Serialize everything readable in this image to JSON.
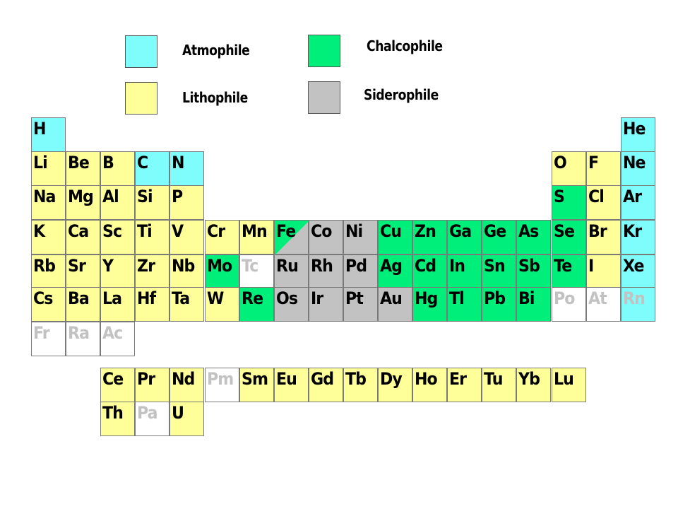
{
  "colors": {
    "atmophile": "#7ffcfc",
    "lithophile": "#ffff99",
    "chalcophile": "#00ee7a",
    "siderophile": "#c2c2c2",
    "none": "#ffffff",
    "symbol_dark": "#000000",
    "symbol_grey": "#c2c2c2"
  },
  "legend": [
    {
      "label": "Atmophile",
      "category": "atmophile"
    },
    {
      "label": "Chalcophile",
      "category": "chalcophile"
    },
    {
      "label": "Lithophile",
      "category": "lithophile"
    },
    {
      "label": "Siderophile",
      "category": "siderophile"
    }
  ],
  "elements": [
    {
      "symbol": "H",
      "row": 1,
      "col": 1,
      "category": "atmophile"
    },
    {
      "symbol": "He",
      "row": 1,
      "col": 18,
      "category": "atmophile"
    },
    {
      "symbol": "Li",
      "row": 2,
      "col": 1,
      "category": "lithophile"
    },
    {
      "symbol": "Be",
      "row": 2,
      "col": 2,
      "category": "lithophile"
    },
    {
      "symbol": "B",
      "row": 2,
      "col": 3,
      "category": "lithophile"
    },
    {
      "symbol": "C",
      "row": 2,
      "col": 4,
      "category": "atmophile"
    },
    {
      "symbol": "N",
      "row": 2,
      "col": 5,
      "category": "atmophile"
    },
    {
      "symbol": "O",
      "row": 2,
      "col": 16,
      "category": "lithophile"
    },
    {
      "symbol": "F",
      "row": 2,
      "col": 17,
      "category": "lithophile"
    },
    {
      "symbol": "Ne",
      "row": 2,
      "col": 18,
      "category": "atmophile"
    },
    {
      "symbol": "Na",
      "row": 3,
      "col": 1,
      "category": "lithophile"
    },
    {
      "symbol": "Mg",
      "row": 3,
      "col": 2,
      "category": "lithophile"
    },
    {
      "symbol": "Al",
      "row": 3,
      "col": 3,
      "category": "lithophile"
    },
    {
      "symbol": "Si",
      "row": 3,
      "col": 4,
      "category": "lithophile"
    },
    {
      "symbol": "P",
      "row": 3,
      "col": 5,
      "category": "lithophile"
    },
    {
      "symbol": "S",
      "row": 3,
      "col": 16,
      "category": "chalcophile"
    },
    {
      "symbol": "Cl",
      "row": 3,
      "col": 17,
      "category": "lithophile"
    },
    {
      "symbol": "Ar",
      "row": 3,
      "col": 18,
      "category": "atmophile"
    },
    {
      "symbol": "K",
      "row": 4,
      "col": 1,
      "category": "lithophile"
    },
    {
      "symbol": "Ca",
      "row": 4,
      "col": 2,
      "category": "lithophile"
    },
    {
      "symbol": "Sc",
      "row": 4,
      "col": 3,
      "category": "lithophile"
    },
    {
      "symbol": "Ti",
      "row": 4,
      "col": 4,
      "category": "lithophile"
    },
    {
      "symbol": "V",
      "row": 4,
      "col": 5,
      "category": "lithophile"
    },
    {
      "symbol": "Cr",
      "row": 4,
      "col": 6,
      "category": "lithophile"
    },
    {
      "symbol": "Mn",
      "row": 4,
      "col": 7,
      "category": "lithophile"
    },
    {
      "symbol": "Fe",
      "row": 4,
      "col": 8,
      "category": "siderophile",
      "split_with": "chalcophile"
    },
    {
      "symbol": "Co",
      "row": 4,
      "col": 9,
      "category": "siderophile"
    },
    {
      "symbol": "Ni",
      "row": 4,
      "col": 10,
      "category": "siderophile"
    },
    {
      "symbol": "Cu",
      "row": 4,
      "col": 11,
      "category": "chalcophile"
    },
    {
      "symbol": "Zn",
      "row": 4,
      "col": 12,
      "category": "chalcophile"
    },
    {
      "symbol": "Ga",
      "row": 4,
      "col": 13,
      "category": "chalcophile"
    },
    {
      "symbol": "Ge",
      "row": 4,
      "col": 14,
      "category": "chalcophile"
    },
    {
      "symbol": "As",
      "row": 4,
      "col": 15,
      "category": "chalcophile"
    },
    {
      "symbol": "Se",
      "row": 4,
      "col": 16,
      "category": "chalcophile"
    },
    {
      "symbol": "Br",
      "row": 4,
      "col": 17,
      "category": "lithophile"
    },
    {
      "symbol": "Kr",
      "row": 4,
      "col": 18,
      "category": "atmophile"
    },
    {
      "symbol": "Rb",
      "row": 5,
      "col": 1,
      "category": "lithophile"
    },
    {
      "symbol": "Sr",
      "row": 5,
      "col": 2,
      "category": "lithophile"
    },
    {
      "symbol": "Y",
      "row": 5,
      "col": 3,
      "category": "lithophile"
    },
    {
      "symbol": "Zr",
      "row": 5,
      "col": 4,
      "category": "lithophile"
    },
    {
      "symbol": "Nb",
      "row": 5,
      "col": 5,
      "category": "lithophile"
    },
    {
      "symbol": "Mo",
      "row": 5,
      "col": 6,
      "category": "chalcophile"
    },
    {
      "symbol": "Tc",
      "row": 5,
      "col": 7,
      "category": "none"
    },
    {
      "symbol": "Ru",
      "row": 5,
      "col": 8,
      "category": "siderophile"
    },
    {
      "symbol": "Rh",
      "row": 5,
      "col": 9,
      "category": "siderophile"
    },
    {
      "symbol": "Pd",
      "row": 5,
      "col": 10,
      "category": "siderophile"
    },
    {
      "symbol": "Ag",
      "row": 5,
      "col": 11,
      "category": "chalcophile"
    },
    {
      "symbol": "Cd",
      "row": 5,
      "col": 12,
      "category": "chalcophile"
    },
    {
      "symbol": "In",
      "row": 5,
      "col": 13,
      "category": "chalcophile"
    },
    {
      "symbol": "Sn",
      "row": 5,
      "col": 14,
      "category": "chalcophile"
    },
    {
      "symbol": "Sb",
      "row": 5,
      "col": 15,
      "category": "chalcophile"
    },
    {
      "symbol": "Te",
      "row": 5,
      "col": 16,
      "category": "chalcophile"
    },
    {
      "symbol": "I",
      "row": 5,
      "col": 17,
      "category": "lithophile"
    },
    {
      "symbol": "Xe",
      "row": 5,
      "col": 18,
      "category": "atmophile"
    },
    {
      "symbol": "Cs",
      "row": 6,
      "col": 1,
      "category": "lithophile"
    },
    {
      "symbol": "Ba",
      "row": 6,
      "col": 2,
      "category": "lithophile"
    },
    {
      "symbol": "La",
      "row": 6,
      "col": 3,
      "category": "lithophile"
    },
    {
      "symbol": "Hf",
      "row": 6,
      "col": 4,
      "category": "lithophile"
    },
    {
      "symbol": "Ta",
      "row": 6,
      "col": 5,
      "category": "lithophile"
    },
    {
      "symbol": "W",
      "row": 6,
      "col": 6,
      "category": "lithophile"
    },
    {
      "symbol": "Re",
      "row": 6,
      "col": 7,
      "category": "chalcophile"
    },
    {
      "symbol": "Os",
      "row": 6,
      "col": 8,
      "category": "siderophile"
    },
    {
      "symbol": "Ir",
      "row": 6,
      "col": 9,
      "category": "siderophile"
    },
    {
      "symbol": "Pt",
      "row": 6,
      "col": 10,
      "category": "siderophile"
    },
    {
      "symbol": "Au",
      "row": 6,
      "col": 11,
      "category": "siderophile"
    },
    {
      "symbol": "Hg",
      "row": 6,
      "col": 12,
      "category": "chalcophile"
    },
    {
      "symbol": "Tl",
      "row": 6,
      "col": 13,
      "category": "chalcophile"
    },
    {
      "symbol": "Pb",
      "row": 6,
      "col": 14,
      "category": "chalcophile"
    },
    {
      "symbol": "Bi",
      "row": 6,
      "col": 15,
      "category": "chalcophile"
    },
    {
      "symbol": "Po",
      "row": 6,
      "col": 16,
      "category": "none"
    },
    {
      "symbol": "At",
      "row": 6,
      "col": 17,
      "category": "none"
    },
    {
      "symbol": "Rn",
      "row": 6,
      "col": 18,
      "category": "atmophile",
      "grey_symbol": true
    },
    {
      "symbol": "Fr",
      "row": 7,
      "col": 1,
      "category": "none"
    },
    {
      "symbol": "Ra",
      "row": 7,
      "col": 2,
      "category": "none"
    },
    {
      "symbol": "Ac",
      "row": 7,
      "col": 3,
      "category": "none"
    },
    {
      "symbol": "Ce",
      "row": 8,
      "col": 3,
      "category": "lithophile"
    },
    {
      "symbol": "Pr",
      "row": 8,
      "col": 4,
      "category": "lithophile"
    },
    {
      "symbol": "Nd",
      "row": 8,
      "col": 5,
      "category": "lithophile"
    },
    {
      "symbol": "Pm",
      "row": 8,
      "col": 6,
      "category": "none"
    },
    {
      "symbol": "Sm",
      "row": 8,
      "col": 7,
      "category": "lithophile"
    },
    {
      "symbol": "Eu",
      "row": 8,
      "col": 8,
      "category": "lithophile"
    },
    {
      "symbol": "Gd",
      "row": 8,
      "col": 9,
      "category": "lithophile"
    },
    {
      "symbol": "Tb",
      "row": 8,
      "col": 10,
      "category": "lithophile"
    },
    {
      "symbol": "Dy",
      "row": 8,
      "col": 11,
      "category": "lithophile"
    },
    {
      "symbol": "Ho",
      "row": 8,
      "col": 12,
      "category": "lithophile"
    },
    {
      "symbol": "Er",
      "row": 8,
      "col": 13,
      "category": "lithophile"
    },
    {
      "symbol": "Tu",
      "row": 8,
      "col": 14,
      "category": "lithophile"
    },
    {
      "symbol": "Yb",
      "row": 8,
      "col": 15,
      "category": "lithophile"
    },
    {
      "symbol": "Lu",
      "row": 8,
      "col": 16,
      "category": "lithophile"
    },
    {
      "symbol": "Th",
      "row": 9,
      "col": 3,
      "category": "lithophile"
    },
    {
      "symbol": "Pa",
      "row": 9,
      "col": 4,
      "category": "none"
    },
    {
      "symbol": "U",
      "row": 9,
      "col": 5,
      "category": "lithophile"
    }
  ]
}
